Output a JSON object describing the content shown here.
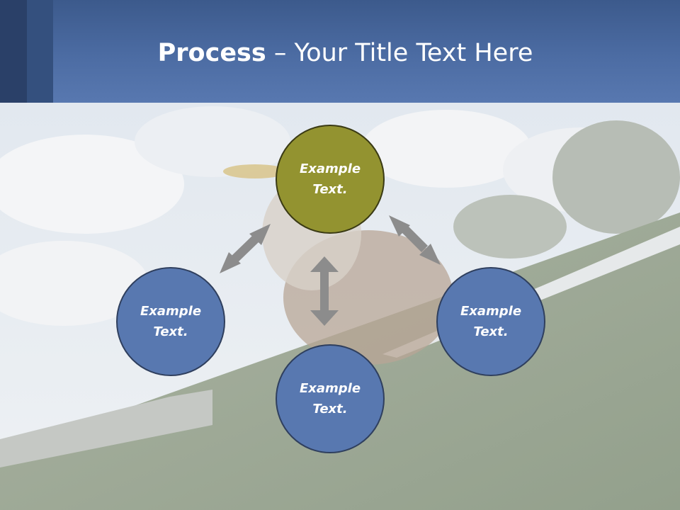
{
  "slide": {
    "title_bold": "Process",
    "title_rest": " – Your Title Text Here"
  },
  "nodes": [
    {
      "id": "top",
      "text": "Example\nText.",
      "color": "#939330"
    },
    {
      "id": "left",
      "text": "Example\nText.",
      "color": "#5878b0"
    },
    {
      "id": "right",
      "text": "Example\nText.",
      "color": "#5878b0"
    },
    {
      "id": "bottom",
      "text": "Example\nText.",
      "color": "#5878b0"
    }
  ],
  "colors": {
    "header": "#4c6ca3",
    "arrow": "#8c8c8c",
    "blue_circle": "#5878b0",
    "olive_circle": "#939330"
  }
}
